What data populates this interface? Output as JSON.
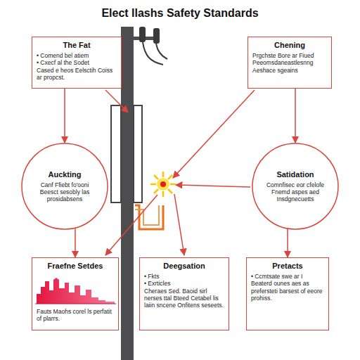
{
  "diagram": {
    "title": "Elect llashs Safety Standards",
    "nodes": [
      {
        "text": [
          "The Fat",
          "• Comend bel atiem",
          "• Cxecf al the Sodet",
          "Cased e heos Eelsctih Coiss ar propcst."
        ]
      },
      {
        "text": [
          "Chening",
          "Prgchste Bore ar Fiued Peeomsdaneastlesnng Aeshace sgeains"
        ]
      },
      {
        "text": [
          "Auckting",
          "Canf Ffiebt fo'ooni Beesct sesobly las prosidabsens"
        ]
      },
      {
        "text": [
          "Satidation",
          "Comnfisec eor cfelofe Fnemd aspes aed Insdgnecuetts"
        ]
      },
      {
        "text": [
          "Fraefne Setdes",
          "Fauts Maohs corel ls perfatit of plarrs."
        ]
      },
      {
        "text": [
          "Deegsation",
          "• Fkts",
          "• Exrticles",
          "Cheraes Sed. Baoid sirl nerses ttal Bteed Cetabel lis laiin sncene Onfitens seseets."
        ]
      },
      {
        "text": [
          "Pretacts",
          "• Ccmtsate swe ar I Beaterd ounes aes as prefersteti barsest of eeore prohiss."
        ]
      }
    ],
    "edges": [
      {
        "from": 0,
        "to": 2,
        "arrow": "to"
      },
      {
        "from": 1,
        "to": 3,
        "arrow": "to"
      },
      {
        "from": 2,
        "to": 4,
        "arrow": "to"
      },
      {
        "from": 3,
        "to": 6,
        "arrow": "to"
      }
    ]
  }
}
